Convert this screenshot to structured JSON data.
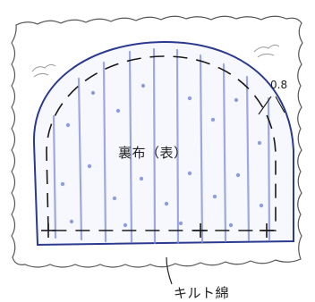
{
  "labels": {
    "lining_fabric": "裏布（表）",
    "seam_allowance": "0.8",
    "quilt_batting": "キルト綿"
  },
  "colors": {
    "outline": "#2b3a8f",
    "cut_line": "#1a1a1a",
    "batting_edge": "#555555",
    "fabric_lines": "#7f8fd4",
    "background": "#ffffff",
    "text": "#222222"
  }
}
